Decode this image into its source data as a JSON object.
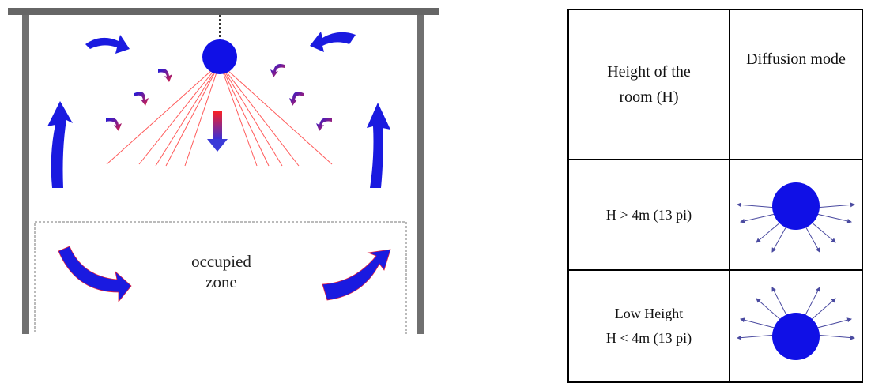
{
  "diagram": {
    "occupied_zone_label": [
      "occupied",
      "zone"
    ]
  },
  "table": {
    "header": {
      "col1": [
        "Height of the",
        "room (H)"
      ],
      "col2": "Diffusion mode"
    },
    "rows": [
      {
        "height": [
          "H > 4m (13 pi)"
        ],
        "diffusion_icon": "sphere-downward-diffusion-icon"
      },
      {
        "height": [
          "Low Height",
          "H < 4m (13 pi)"
        ],
        "diffusion_icon": "sphere-upward-diffusion-icon"
      }
    ]
  },
  "colors": {
    "sphere": "#1010e6",
    "air_arrows": "#1a1ae0",
    "rays": "#ff5a5a",
    "diffusion_arrows": "#4a4aa0",
    "frame": "#666666"
  }
}
